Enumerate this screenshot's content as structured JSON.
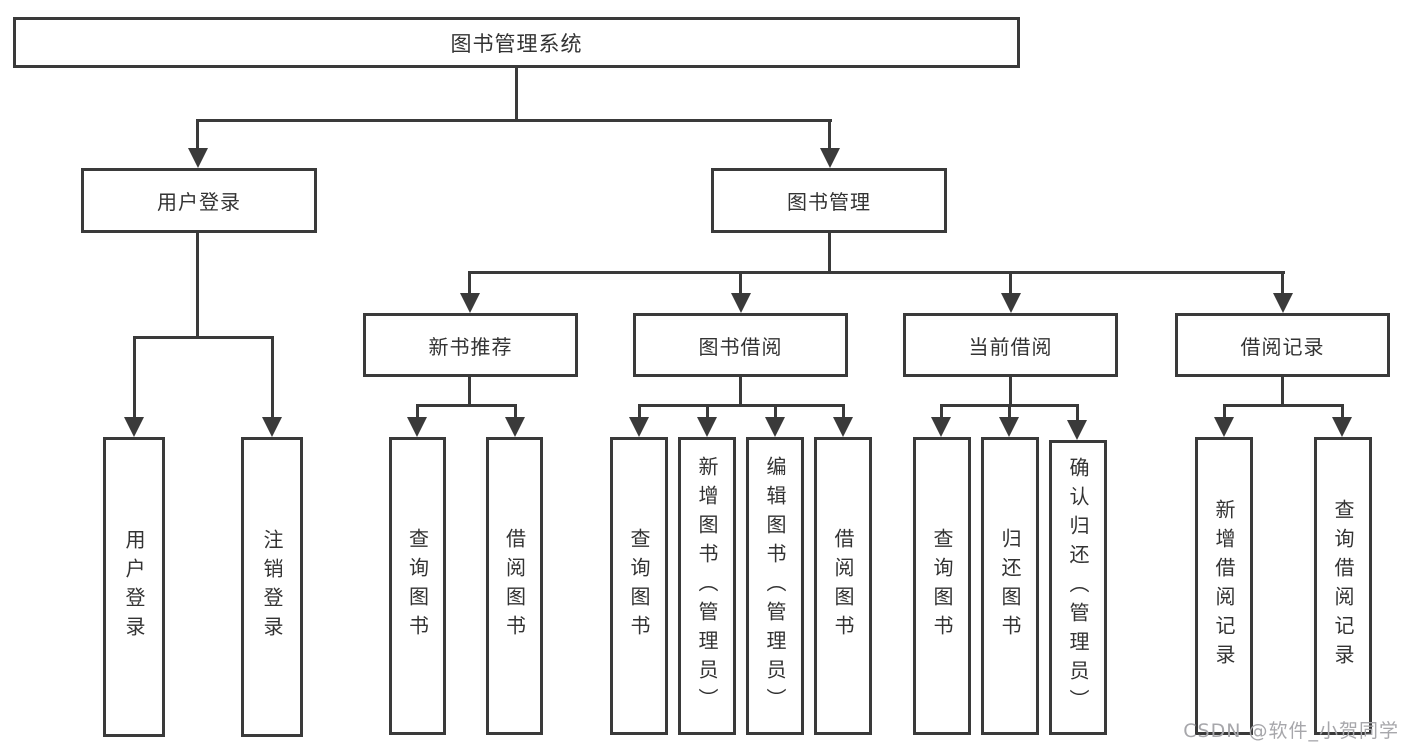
{
  "diagram_type": "hierarchy-tree",
  "tree": {
    "label": "图书管理系统",
    "children": [
      {
        "label": "用户登录",
        "children": [
          {
            "label": "用户登录"
          },
          {
            "label": "注销登录"
          }
        ]
      },
      {
        "label": "图书管理",
        "children": [
          {
            "label": "新书推荐",
            "children": [
              {
                "label": "查询图书"
              },
              {
                "label": "借阅图书"
              }
            ]
          },
          {
            "label": "图书借阅",
            "children": [
              {
                "label": "查询图书"
              },
              {
                "label": "新增图书（管理员）"
              },
              {
                "label": "编辑图书（管理员）"
              },
              {
                "label": "借阅图书"
              }
            ]
          },
          {
            "label": "当前借阅",
            "children": [
              {
                "label": "查询图书"
              },
              {
                "label": "归还图书"
              },
              {
                "label": "确认归还（管理员）"
              }
            ]
          },
          {
            "label": "借阅记录",
            "children": [
              {
                "label": "新增借阅记录"
              },
              {
                "label": "查询借阅记录"
              }
            ]
          }
        ]
      }
    ]
  },
  "watermark": {
    "text": "CSDN @软件_小贺同学"
  },
  "colors": {
    "line": "#3a3a3a",
    "text": "#333333",
    "background": "#ffffff",
    "watermark": "#a7a7ab"
  }
}
